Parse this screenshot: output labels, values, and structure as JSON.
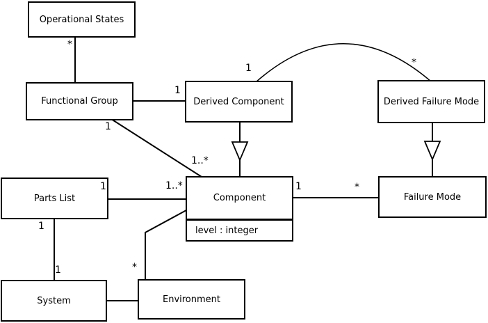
{
  "diagram_type": "uml-class-diagram",
  "colors": {
    "background": "#ffffff",
    "line": "#000000",
    "text": "#000000",
    "box_fill": "#ffffff"
  },
  "classes": [
    {
      "name": "Operational States"
    },
    {
      "name": "Functional Group"
    },
    {
      "name": "Derived Component"
    },
    {
      "name": "Derived Failure Mode"
    },
    {
      "name": "Parts List"
    },
    {
      "name": "Component",
      "attribute": "level : integer"
    },
    {
      "name": "Failure Mode"
    },
    {
      "name": "System"
    },
    {
      "name": "Environment"
    }
  ],
  "edges": [
    {
      "from": "Operational States",
      "to": "Functional Group",
      "type": "association",
      "labels": [
        {
          "text": "*",
          "end": "Operational States"
        }
      ]
    },
    {
      "from": "Functional Group",
      "to": "Derived Component",
      "type": "association",
      "labels": [
        {
          "text": "1",
          "end": "Derived Component"
        }
      ]
    },
    {
      "from": "Derived Component",
      "to": "Derived Failure Mode",
      "type": "association",
      "labels": [
        {
          "text": "1",
          "end": "Derived Component"
        },
        {
          "text": "*",
          "end": "Derived Failure Mode"
        }
      ]
    },
    {
      "from": "Functional Group",
      "to": "Component",
      "type": "association",
      "labels": [
        {
          "text": "1",
          "end": "Functional Group"
        },
        {
          "text": "1..*",
          "end": "Component"
        }
      ]
    },
    {
      "from": "Parts List",
      "to": "Component",
      "type": "association",
      "labels": [
        {
          "text": "1",
          "end": "Parts List"
        },
        {
          "text": "1..*",
          "end": "Component"
        }
      ]
    },
    {
      "from": "Component",
      "to": "Failure Mode",
      "type": "association",
      "labels": [
        {
          "text": "1",
          "end": "Component"
        },
        {
          "text": "*",
          "end": "Failure Mode"
        }
      ]
    },
    {
      "from": "Parts List",
      "to": "System",
      "type": "association",
      "labels": [
        {
          "text": "1",
          "end": "Parts List"
        },
        {
          "text": "1",
          "end": "System"
        }
      ]
    },
    {
      "from": "Component",
      "to": "Environment",
      "type": "association",
      "labels": [
        {
          "text": "*",
          "end": "Environment"
        }
      ]
    },
    {
      "from": "System",
      "to": "Environment",
      "type": "association",
      "labels": []
    },
    {
      "from": "Derived Component",
      "to": "Component",
      "type": "generalization",
      "labels": []
    },
    {
      "from": "Derived Failure Mode",
      "to": "Failure Mode",
      "type": "generalization",
      "labels": []
    }
  ]
}
